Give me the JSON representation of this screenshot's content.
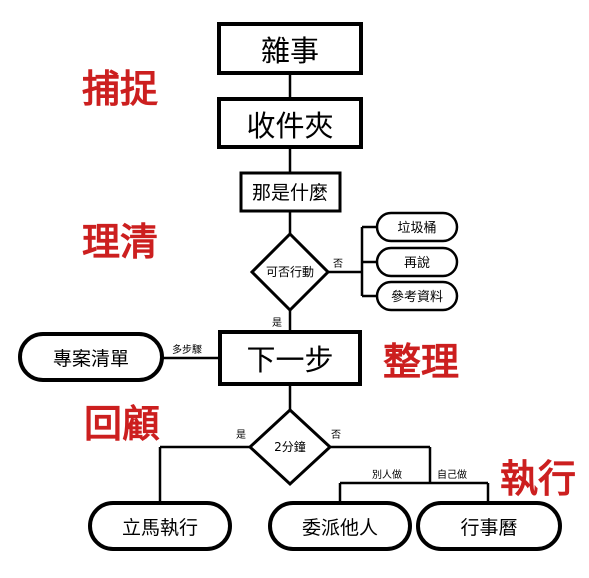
{
  "boxes": {
    "zashi": "雜事",
    "inbox": "收件夾",
    "what": "那是什麼",
    "next": "下一步",
    "projects": "專案清單"
  },
  "diamonds": {
    "actionable": "可否行動",
    "two_min": "2分鐘"
  },
  "pills": {
    "trash": "垃圾桶",
    "someday": "再說",
    "reference": "參考資料",
    "do_now": "立馬執行",
    "delegate": "委派他人",
    "calendar": "行事曆"
  },
  "edge_labels": {
    "no_1": "否",
    "yes_1": "是",
    "multi_step": "多步驟",
    "yes_2": "是",
    "no_2": "否",
    "others": "別人做",
    "self": "自己做"
  },
  "stages": {
    "capture": "捕捉",
    "clarify": "理清",
    "organize": "整理",
    "review": "回顧",
    "engage": "執行"
  }
}
